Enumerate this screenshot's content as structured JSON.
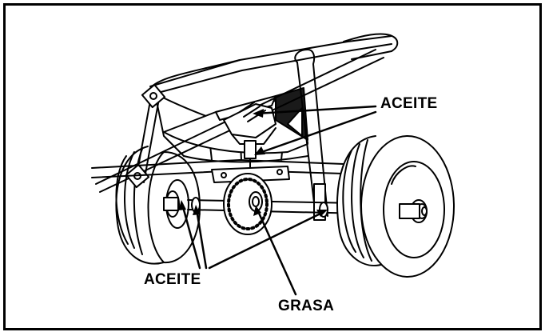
{
  "labels": {
    "aceite_top": "ACEITE",
    "aceite_bottom": "ACEITE",
    "grasa": "GRASA"
  },
  "colors": {
    "ink": "#000000",
    "paper": "#ffffff",
    "shade": "#1a1a1a"
  }
}
